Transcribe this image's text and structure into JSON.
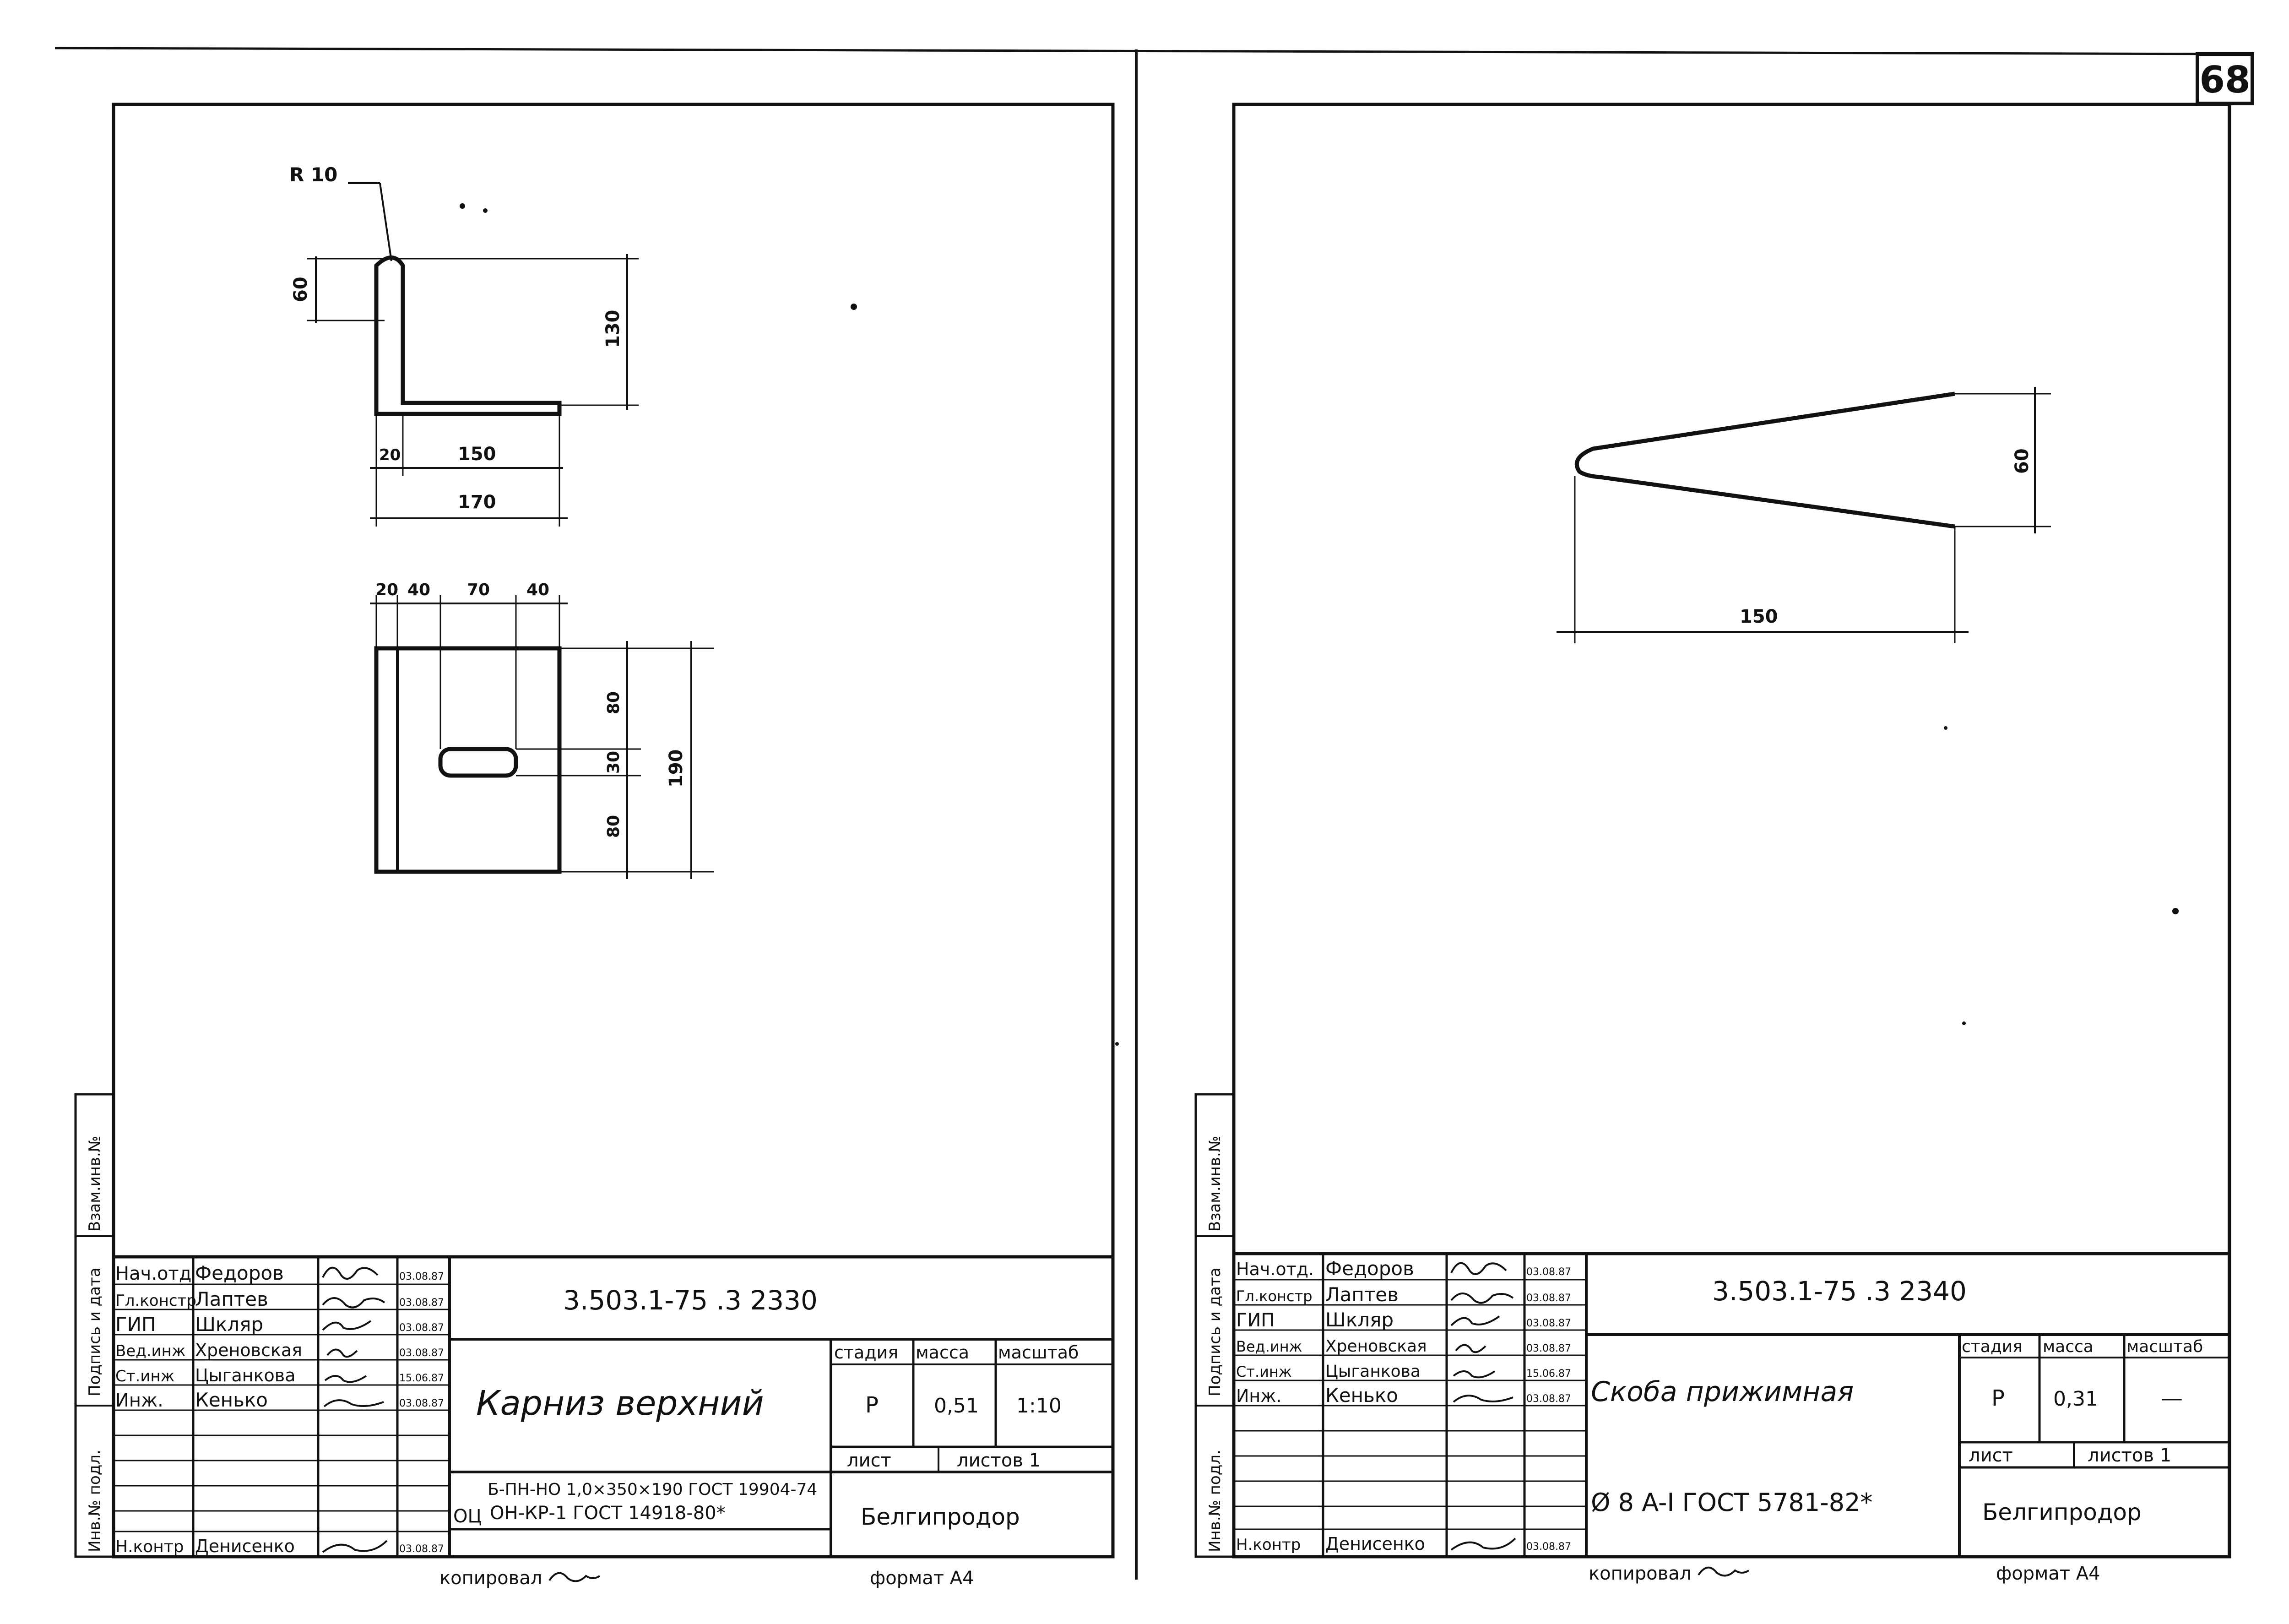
{
  "page": {
    "number": "68"
  },
  "sheets": [
    {
      "designation": "3.503.1-75 .3 2330",
      "title": "Карниз верхний",
      "material_line1": "Б-ПН-НО 1,0×350×190 ГОСТ 19904-74",
      "material_prefix": "ОЦ",
      "material_line2": "ОН-КР-1 ГОСТ 14918-80*",
      "stage_header": "стадия",
      "mass_header": "масса",
      "scale_header": "масштаб",
      "stage": "Р",
      "mass": "0,51",
      "scale": "1:10",
      "sheet_label": "лист",
      "sheets_label": "листов 1",
      "organization": "Белгипродор",
      "copied": "копировал",
      "format": "формат А4",
      "staff": [
        {
          "role": "Нач.отд",
          "name": "Федоров",
          "date": "03.08.87"
        },
        {
          "role": "Гл.констр",
          "name": "Лаптев",
          "date": "03.08.87"
        },
        {
          "role": "ГИП",
          "name": "Шкляр",
          "date": "03.08.87"
        },
        {
          "role": "Вед.инж",
          "name": "Хреновская",
          "date": "03.08.87"
        },
        {
          "role": "Ст.инж",
          "name": "Цыганкова",
          "date": "15.06.87"
        },
        {
          "role": "Инж.",
          "name": "Кенько",
          "date": "03.08.87"
        },
        {
          "role": "Н.контр",
          "name": "Денисенко",
          "date": "03.08.87"
        }
      ],
      "side_labels": [
        "Инв.№ подл.",
        "Подпись и дата",
        "Взам.инв.№"
      ],
      "dims": {
        "radius": "R 10",
        "top_height": "60",
        "total_height": "130",
        "thickness": "20",
        "flange": "150",
        "width": "170",
        "plan_20": "20",
        "plan_40a": "40",
        "plan_70": "70",
        "plan_40b": "40",
        "plan_80a": "80",
        "plan_30": "30",
        "plan_80b": "80",
        "plan_190": "190"
      }
    },
    {
      "designation": "3.503.1-75 .3 2340",
      "title": "Скоба прижимная",
      "material_line1": "Ø 8 A-I ГОСТ 5781-82*",
      "stage_header": "стадия",
      "mass_header": "масса",
      "scale_header": "масштаб",
      "stage": "Р",
      "mass": "0,31",
      "scale": "—",
      "sheet_label": "лист",
      "sheets_label": "листов 1",
      "organization": "Белгипродор",
      "copied": "копировал",
      "format": "формат А4",
      "staff": [
        {
          "role": "Нач.отд.",
          "name": "Федоров",
          "date": "03.08.87"
        },
        {
          "role": "Гл.констр",
          "name": "Лаптев",
          "date": "03.08.87"
        },
        {
          "role": "ГИП",
          "name": "Шкляр",
          "date": "03.08.87"
        },
        {
          "role": "Вед.инж",
          "name": "Хреновская",
          "date": "03.08.87"
        },
        {
          "role": "Ст.инж",
          "name": "Цыганкова",
          "date": "15.06.87"
        },
        {
          "role": "Инж.",
          "name": "Кенько",
          "date": "03.08.87"
        },
        {
          "role": "Н.контр",
          "name": "Денисенко",
          "date": "03.08.87"
        }
      ],
      "side_labels": [
        "Инв.№ подл.",
        "Подпись и дата",
        "Взам.инв.№"
      ],
      "dims": {
        "height": "60",
        "length": "150"
      }
    }
  ]
}
